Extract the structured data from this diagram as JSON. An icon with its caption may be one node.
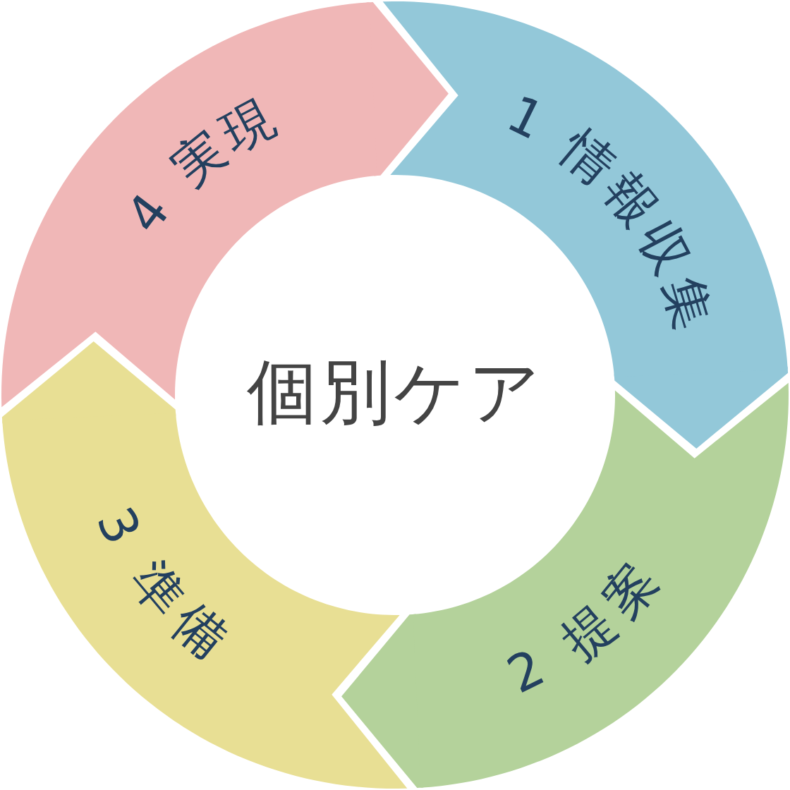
{
  "diagram": {
    "nodes": [
      {
        "text": [
          "1 情報収集"
        ]
      },
      {
        "text": [
          "2 提案"
        ]
      },
      {
        "text": [
          "3 準備"
        ]
      },
      {
        "text": [
          "4 実現"
        ]
      },
      {
        "text": [
          "個別ケア"
        ]
      }
    ],
    "edges": [
      {
        "from": 0,
        "to": 1,
        "arrow": "to"
      },
      {
        "from": 1,
        "to": 2,
        "arrow": "to"
      },
      {
        "from": 2,
        "to": 3,
        "arrow": "to"
      },
      {
        "from": 3,
        "to": 0,
        "arrow": "to"
      }
    ]
  }
}
